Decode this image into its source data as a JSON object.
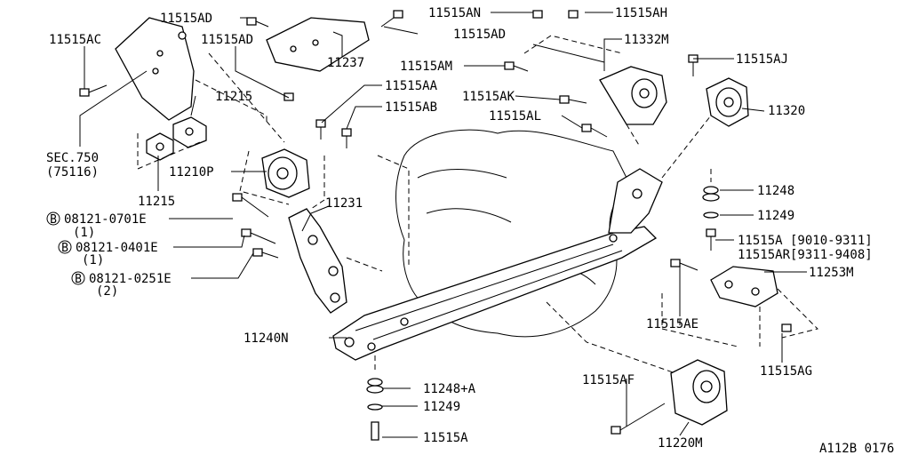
{
  "labels": {
    "p11515AD_a": "11515AD",
    "p11515AN": "11515AN",
    "p11515AH": "11515AH",
    "p11515AC": "11515AC",
    "p11515AD_b": "11515AD",
    "p11515AD_c": "11515AD",
    "p11332M": "11332M",
    "p11237": "11237",
    "p11515AM": "11515AM",
    "p11515AJ": "11515AJ",
    "p11215_a": "11215",
    "p11515AA": "11515AA",
    "p11515AK": "11515AK",
    "p11515AB": "11515AB",
    "p11320": "11320",
    "p11515AL": "11515AL",
    "sec750": "SEC.750",
    "sec75116": "(75116)",
    "p11210P": "11210P",
    "p11215_b": "11215",
    "p11248": "11248",
    "p11231": "11231",
    "bolt0701": "08121-0701E",
    "bolt0701_qty": "(1)",
    "p11249_a": "11249",
    "bolt0401": "08121-0401E",
    "bolt0401_qty": "(1)",
    "p11515A": "11515A [9010-9311]",
    "p11515AR": "11515AR[9311-9408]",
    "p11253M": "11253M",
    "bolt0251": "08121-0251E",
    "bolt0251_qty": "(2)",
    "p11515AE": "11515AE",
    "p11240N": "11240N",
    "p11515AG": "11515AG",
    "p11515AF": "11515AF",
    "p11248A": "11248+A",
    "p11249_b": "11249",
    "p11515A_b": "11515A",
    "p11220M": "11220M",
    "ref": "A112B 0176"
  },
  "bolt_prefix": "B"
}
